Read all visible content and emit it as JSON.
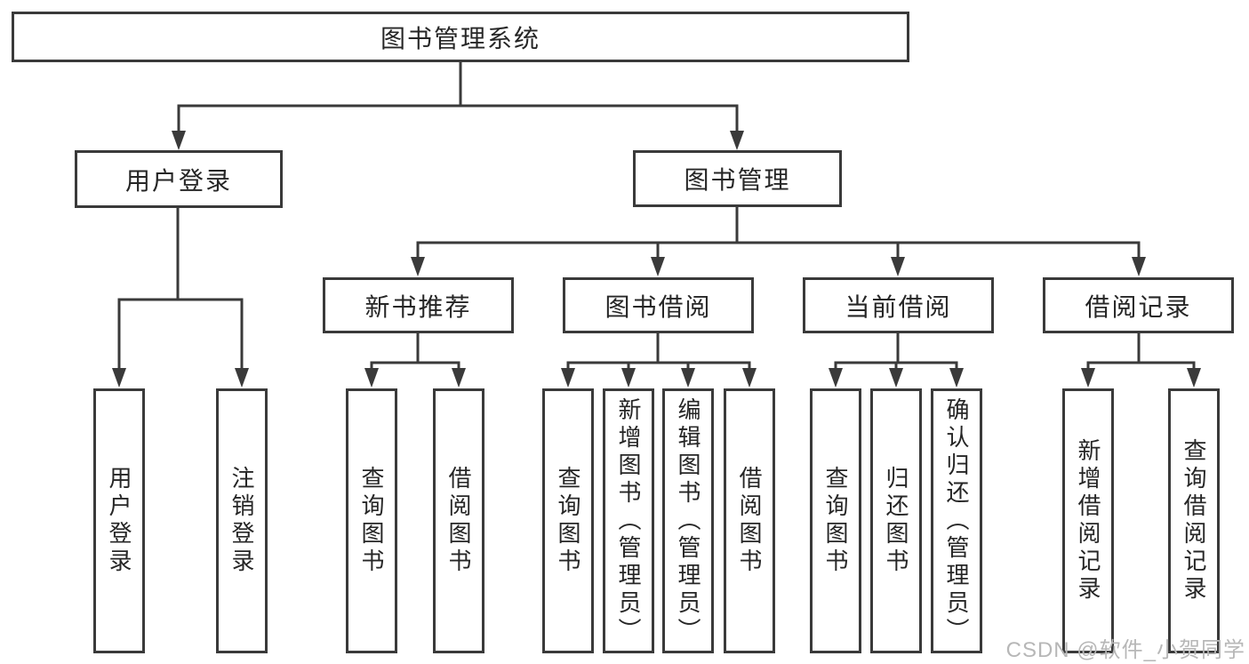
{
  "tree": {
    "label": "图书管理系统",
    "children": [
      {
        "label": "用户登录",
        "children": [
          {
            "label": "用户登录"
          },
          {
            "label": "注销登录"
          }
        ]
      },
      {
        "label": "图书管理",
        "children": [
          {
            "label": "新书推荐",
            "children": [
              {
                "label": "查询图书"
              },
              {
                "label": "借阅图书"
              }
            ]
          },
          {
            "label": "图书借阅",
            "children": [
              {
                "label": "查询图书"
              },
              {
                "label": "新增图书（管理员）"
              },
              {
                "label": "编辑图书（管理员）"
              },
              {
                "label": "借阅图书"
              }
            ]
          },
          {
            "label": "当前借阅",
            "children": [
              {
                "label": "查询图书"
              },
              {
                "label": "归还图书"
              },
              {
                "label": "确认归还（管理员）"
              }
            ]
          },
          {
            "label": "借阅记录",
            "children": [
              {
                "label": "新增借阅记录"
              },
              {
                "label": "查询借阅记录"
              }
            ]
          }
        ]
      }
    ]
  },
  "watermark": {
    "text": "CSDN @软件_小贺同学"
  },
  "colors": {
    "line": "#3a3a3a",
    "box_border": "#3a3a3a",
    "text": "#262626",
    "watermark": "#b7b7b7",
    "background": "#ffffff"
  }
}
